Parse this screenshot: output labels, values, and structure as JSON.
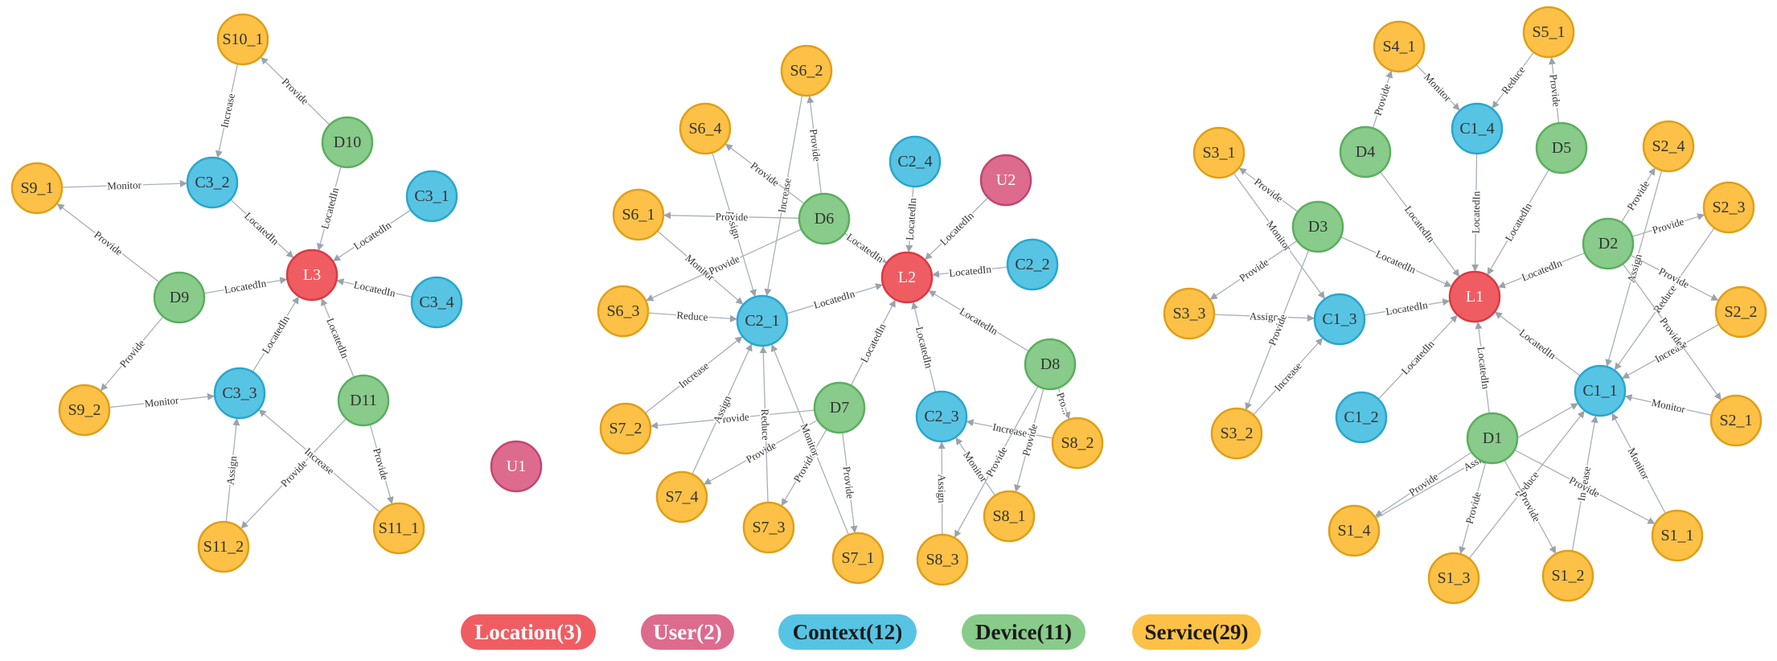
{
  "categories": [
    {
      "id": "location",
      "label": "Location(3)",
      "fill": "#ef5d63",
      "stroke": "#d93a42"
    },
    {
      "id": "user",
      "label": "User(2)",
      "fill": "#dd6b8e",
      "stroke": "#c44570"
    },
    {
      "id": "context",
      "label": "Context(12)",
      "fill": "#57c4e4",
      "stroke": "#2aa6cd"
    },
    {
      "id": "device",
      "label": "Device(11)",
      "fill": "#88cb8a",
      "stroke": "#5bae5f"
    },
    {
      "id": "service",
      "label": "Service(29)",
      "fill": "#fcc146",
      "stroke": "#e09f18"
    }
  ],
  "nodes": [
    {
      "id": "L1",
      "cat": "location"
    },
    {
      "id": "L2",
      "cat": "location"
    },
    {
      "id": "L3",
      "cat": "location"
    },
    {
      "id": "U1",
      "cat": "user"
    },
    {
      "id": "U2",
      "cat": "user"
    },
    {
      "id": "C1_1",
      "cat": "context"
    },
    {
      "id": "C1_2",
      "cat": "context"
    },
    {
      "id": "C1_3",
      "cat": "context"
    },
    {
      "id": "C1_4",
      "cat": "context"
    },
    {
      "id": "C2_1",
      "cat": "context"
    },
    {
      "id": "C2_2",
      "cat": "context"
    },
    {
      "id": "C2_3",
      "cat": "context"
    },
    {
      "id": "C2_4",
      "cat": "context"
    },
    {
      "id": "C3_1",
      "cat": "context"
    },
    {
      "id": "C3_2",
      "cat": "context"
    },
    {
      "id": "C3_3",
      "cat": "context"
    },
    {
      "id": "C3_4",
      "cat": "context"
    },
    {
      "id": "D1",
      "cat": "device"
    },
    {
      "id": "D2",
      "cat": "device"
    },
    {
      "id": "D3",
      "cat": "device"
    },
    {
      "id": "D4",
      "cat": "device"
    },
    {
      "id": "D5",
      "cat": "device"
    },
    {
      "id": "D6",
      "cat": "device"
    },
    {
      "id": "D7",
      "cat": "device"
    },
    {
      "id": "D8",
      "cat": "device"
    },
    {
      "id": "D9",
      "cat": "device"
    },
    {
      "id": "D10",
      "cat": "device"
    },
    {
      "id": "D11",
      "cat": "device"
    },
    {
      "id": "S1_1",
      "cat": "service"
    },
    {
      "id": "S1_2",
      "cat": "service"
    },
    {
      "id": "S1_3",
      "cat": "service"
    },
    {
      "id": "S1_4",
      "cat": "service"
    },
    {
      "id": "S2_1",
      "cat": "service"
    },
    {
      "id": "S2_2",
      "cat": "service"
    },
    {
      "id": "S2_3",
      "cat": "service"
    },
    {
      "id": "S2_4",
      "cat": "service"
    },
    {
      "id": "S3_1",
      "cat": "service"
    },
    {
      "id": "S3_2",
      "cat": "service"
    },
    {
      "id": "S3_3",
      "cat": "service"
    },
    {
      "id": "S4_1",
      "cat": "service"
    },
    {
      "id": "S5_1",
      "cat": "service"
    },
    {
      "id": "S6_1",
      "cat": "service"
    },
    {
      "id": "S6_2",
      "cat": "service"
    },
    {
      "id": "S6_3",
      "cat": "service"
    },
    {
      "id": "S6_4",
      "cat": "service"
    },
    {
      "id": "S7_1",
      "cat": "service"
    },
    {
      "id": "S7_2",
      "cat": "service"
    },
    {
      "id": "S7_3",
      "cat": "service"
    },
    {
      "id": "S7_4",
      "cat": "service"
    },
    {
      "id": "S8_1",
      "cat": "service"
    },
    {
      "id": "S8_2",
      "cat": "service"
    },
    {
      "id": "S8_3",
      "cat": "service"
    },
    {
      "id": "S9_1",
      "cat": "service"
    },
    {
      "id": "S9_2",
      "cat": "service"
    },
    {
      "id": "S10_1",
      "cat": "service"
    },
    {
      "id": "S11_1",
      "cat": "service"
    },
    {
      "id": "S11_2",
      "cat": "service"
    }
  ],
  "edges": [
    [
      "C3_2",
      "L3",
      "LocatedIn"
    ],
    [
      "D10",
      "L3",
      "LocatedIn"
    ],
    [
      "C3_1",
      "L3",
      "LocatedIn"
    ],
    [
      "C3_4",
      "L3",
      "LocatedIn"
    ],
    [
      "D9",
      "L3",
      "LocatedIn"
    ],
    [
      "C3_3",
      "L3",
      "LocatedIn"
    ],
    [
      "D11",
      "L3",
      "LocatedIn"
    ],
    [
      "S10_1",
      "C3_2",
      "Increase"
    ],
    [
      "D10",
      "S10_1",
      "Provide"
    ],
    [
      "S9_1",
      "C3_2",
      "Monitor"
    ],
    [
      "D9",
      "S9_1",
      "Provide"
    ],
    [
      "D9",
      "S9_2",
      "Provide"
    ],
    [
      "S9_2",
      "C3_3",
      "Monitor"
    ],
    [
      "S11_2",
      "C3_3",
      "Assign"
    ],
    [
      "D11",
      "S11_2",
      "Provide"
    ],
    [
      "S11_1",
      "C3_3",
      "Increase"
    ],
    [
      "D11",
      "S11_1",
      "Provide"
    ],
    [
      "C2_1",
      "L2",
      "LocatedIn"
    ],
    [
      "D6",
      "L2",
      "LocatedIn"
    ],
    [
      "C2_4",
      "L2",
      "LocatedIn"
    ],
    [
      "U2",
      "L2",
      "LocatedIn"
    ],
    [
      "C2_2",
      "L2",
      "LocatedIn"
    ],
    [
      "D8",
      "L2",
      "LocatedIn"
    ],
    [
      "C2_3",
      "L2",
      "LocatedIn"
    ],
    [
      "D7",
      "L2",
      "LocatedIn"
    ],
    [
      "D6",
      "S6_2",
      "Provide"
    ],
    [
      "S6_2",
      "C2_1",
      "Increase"
    ],
    [
      "D6",
      "S6_4",
      "Provide"
    ],
    [
      "S6_4",
      "C2_1",
      "Assign"
    ],
    [
      "D6",
      "S6_1",
      "Provide"
    ],
    [
      "S6_1",
      "C2_1",
      "Monitor"
    ],
    [
      "D6",
      "S6_3",
      "Provide"
    ],
    [
      "S6_3",
      "C2_1",
      "Reduce"
    ],
    [
      "S7_2",
      "C2_1",
      "Increase"
    ],
    [
      "D7",
      "S7_2",
      "Provide"
    ],
    [
      "S7_4",
      "C2_1",
      "Assign"
    ],
    [
      "D7",
      "S7_4",
      "Provide"
    ],
    [
      "S7_3",
      "C2_1",
      "Reduce"
    ],
    [
      "D7",
      "S7_3",
      "Provide"
    ],
    [
      "S7_1",
      "C2_1",
      "Monitor"
    ],
    [
      "D7",
      "S7_1",
      "Provide"
    ],
    [
      "S8_2",
      "C2_3",
      "Increase"
    ],
    [
      "D8",
      "S8_2",
      "Pro..."
    ],
    [
      "S8_1",
      "C2_3",
      "Monitor"
    ],
    [
      "D8",
      "S8_1",
      "Provide"
    ],
    [
      "S8_3",
      "C2_3",
      "Assign"
    ],
    [
      "D8",
      "S8_3",
      "Provide"
    ],
    [
      "C1_4",
      "L1",
      "LocatedIn"
    ],
    [
      "D4",
      "L1",
      "LocatedIn"
    ],
    [
      "D5",
      "L1",
      "LocatedIn"
    ],
    [
      "D3",
      "L1",
      "LocatedIn"
    ],
    [
      "D2",
      "L1",
      "LocatedIn"
    ],
    [
      "C1_3",
      "L1",
      "LocatedIn"
    ],
    [
      "C1_2",
      "L1",
      "LocatedIn"
    ],
    [
      "D1",
      "L1",
      "LocatedIn"
    ],
    [
      "C1_1",
      "L1",
      "LocatedIn"
    ],
    [
      "D4",
      "S4_1",
      "Provide"
    ],
    [
      "S4_1",
      "C1_4",
      "Monitor"
    ],
    [
      "S5_1",
      "C1_4",
      "Reduce"
    ],
    [
      "D5",
      "S5_1",
      "Provide"
    ],
    [
      "D3",
      "S3_1",
      "Provide"
    ],
    [
      "S3_1",
      "C1_3",
      "Monitor"
    ],
    [
      "D3",
      "S3_3",
      "Provide"
    ],
    [
      "S3_3",
      "C1_3",
      "Assign"
    ],
    [
      "D3",
      "S3_2",
      "Provide"
    ],
    [
      "S3_2",
      "C1_3",
      "Increase"
    ],
    [
      "D2",
      "S2_4",
      "Provide"
    ],
    [
      "S2_4",
      "C1_1",
      "Assign"
    ],
    [
      "D2",
      "S2_3",
      "Provide"
    ],
    [
      "S2_3",
      "C1_1",
      "Reduce"
    ],
    [
      "D2",
      "S2_2",
      "Provide"
    ],
    [
      "S2_2",
      "C1_1",
      "Increase"
    ],
    [
      "D2",
      "S2_1",
      "Provide"
    ],
    [
      "S2_1",
      "C1_1",
      "Monitor"
    ],
    [
      "D1",
      "S1_4",
      "Provide"
    ],
    [
      "S1_4",
      "C1_1",
      "Assign"
    ],
    [
      "D1",
      "S1_3",
      "Provide"
    ],
    [
      "S1_3",
      "C1_1",
      "Reduce"
    ],
    [
      "D1",
      "S1_2",
      "Provide"
    ],
    [
      "S1_2",
      "C1_1",
      "Increase"
    ],
    [
      "D1",
      "S1_1",
      "Provide"
    ],
    [
      "S1_1",
      "C1_1",
      "Monitor"
    ]
  ]
}
